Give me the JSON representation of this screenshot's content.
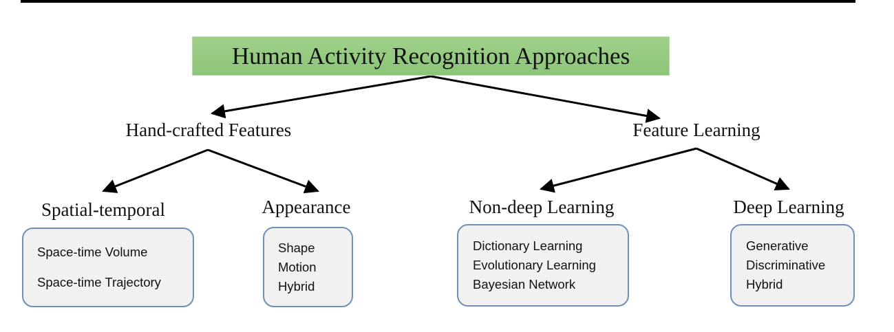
{
  "title": "Human Activity Recognition Approaches",
  "branches": [
    {
      "label": "Hand-crafted Features",
      "children": [
        {
          "label": "Spatial-temporal",
          "items": [
            "Space-time Volume",
            "Space-time Trajectory"
          ]
        },
        {
          "label": "Appearance",
          "items": [
            "Shape",
            "Motion",
            "Hybrid"
          ]
        }
      ]
    },
    {
      "label": "Feature Learning",
      "children": [
        {
          "label": "Non-deep Learning",
          "items": [
            "Dictionary Learning",
            "Evolutionary Learning",
            "Bayesian Network"
          ]
        },
        {
          "label": "Deep Learning",
          "items": [
            "Generative",
            "Discriminative",
            "Hybrid"
          ]
        }
      ]
    }
  ],
  "colors": {
    "title_fill": "#93c97e",
    "box_border": "#6e8fb8",
    "box_fill": "#f1f1f1"
  }
}
